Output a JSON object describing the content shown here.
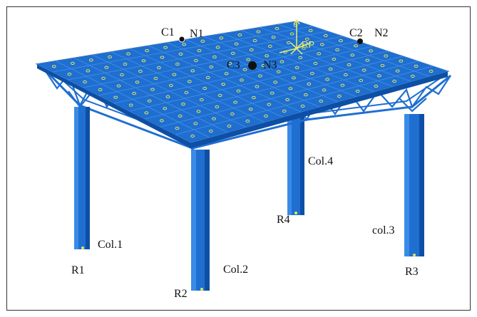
{
  "colors": {
    "structure": "#1f6fd1",
    "structure_dark": "#0e4fa6",
    "structure_light": "#3a8be8",
    "node_marker": "#e3e85a",
    "reference_point": "#e8f06a",
    "label": "#111111",
    "frame": "#333333",
    "background": "#ffffff"
  },
  "reference_point": {
    "label": "RP"
  },
  "control_points": [
    {
      "id": "C1",
      "node": "N1"
    },
    {
      "id": "C2",
      "node": "N2"
    },
    {
      "id": "C3",
      "node": "N3"
    }
  ],
  "columns": [
    {
      "label": "Col.1",
      "support": "R1"
    },
    {
      "label": "Col.2",
      "support": "R2"
    },
    {
      "label": "col.3",
      "support": "R3"
    },
    {
      "label": "Col.4",
      "support": "R4"
    }
  ]
}
